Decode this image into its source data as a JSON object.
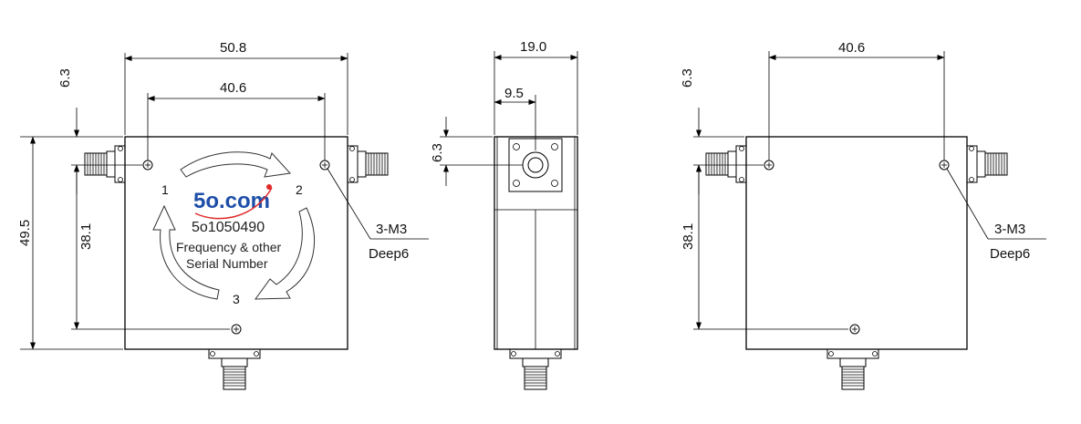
{
  "front_view": {
    "dim_width": "50.8",
    "dim_holes": "40.6",
    "dim_top_offset": "6.3",
    "dim_height": "49.5",
    "dim_hole_vertical": "38.1",
    "logo": "5o.com",
    "part_number": "5o1050490",
    "info_line1": "Frequency & other",
    "info_line2": "Serial Number",
    "port1": "1",
    "port2": "2",
    "port3": "3",
    "callout_line1": "3-M3",
    "callout_line2": "Deep6",
    "logo_dot_color": "#e02a2a",
    "logo_color": "#1d4ea8"
  },
  "side_view": {
    "dim_depth": "19.0",
    "dim_center": "9.5",
    "dim_offset": "6.3"
  },
  "back_view": {
    "dim_holes": "40.6",
    "dim_top_offset": "6.3",
    "dim_hole_vertical": "38.1",
    "callout_line1": "3-M3",
    "callout_line2": "Deep6"
  }
}
